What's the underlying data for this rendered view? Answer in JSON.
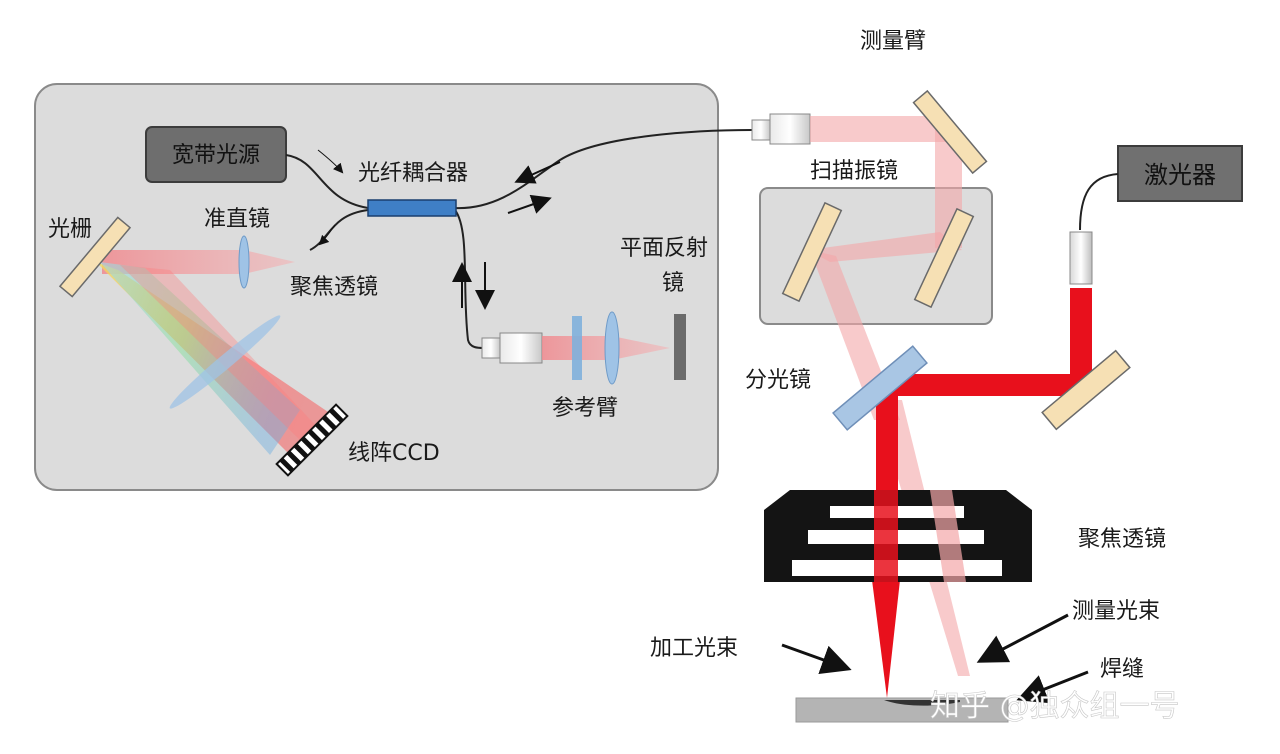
{
  "labels": {
    "broadband_source": "宽带光源",
    "fiber_coupler": "光纤耦合器",
    "grating": "光栅",
    "collimator": "准直镜",
    "focus_lens_inner": "聚焦透镜",
    "plane_mirror_1": "平面反射",
    "plane_mirror_2": "镜",
    "reference_arm": "参考臂",
    "line_ccd": "线阵CCD",
    "measurement_arm": "测量臂",
    "scan_galvo": "扫描振镜",
    "laser": "激光器",
    "beam_splitter": "分光镜",
    "focus_lens_outer": "聚焦透镜",
    "measurement_beam": "测量光束",
    "processing_beam": "加工光束",
    "weld_seam": "焊缝"
  },
  "watermark": "知乎 @独众组一号",
  "colors": {
    "panel_fill": "#dcdcdc",
    "panel_stroke": "#8a8a8a",
    "source_box": "#6e6e6e",
    "laser_box": "#707070",
    "coupler_blue": "#3f7fc6",
    "laser_red": "#e8101c",
    "measure_pink": "#f4a6a8",
    "mirror_fill": "#f6e0b4",
    "splitter_blue": "#a9c6e4",
    "lens_housing": "#141414",
    "workpiece": "#b4b4b4"
  }
}
